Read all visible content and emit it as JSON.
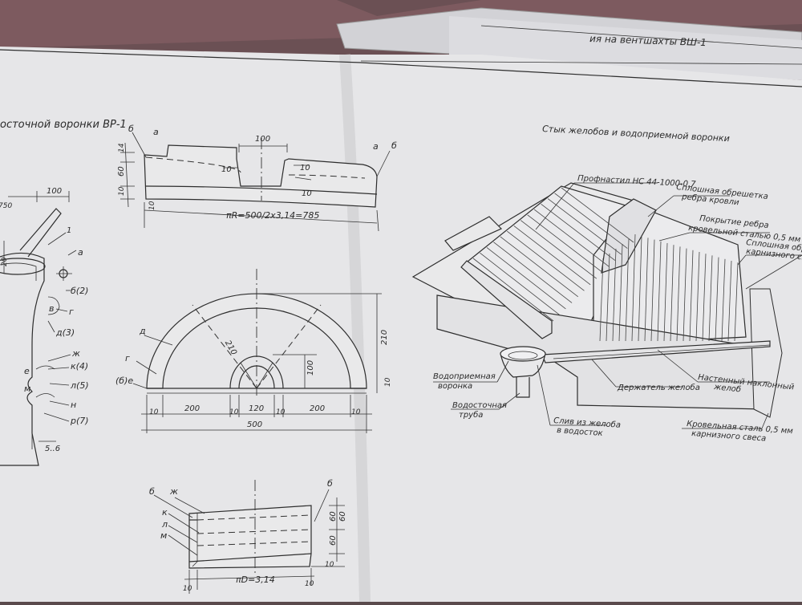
{
  "background": {
    "table_color": "#6b5054",
    "paper_color": "#e6e6e8"
  },
  "sheet2": {
    "title_fragment": "ия на вентшахты ВШ-1"
  },
  "left": {
    "title_fragment": "осточной воронки ВР-1",
    "dims": {
      "d100": "100",
      "d20": "20",
      "d750": "750",
      "d56": "5..6"
    },
    "letters": {
      "one": "1",
      "a": "а",
      "b2": "б(2)",
      "v": "в",
      "g": "г",
      "d3": "д(3)",
      "zh": "ж",
      "k4": "к(4)",
      "e": "е",
      "m": "м",
      "l5": "л(5)",
      "n": "н",
      "r7": "р(7)"
    }
  },
  "top_part": {
    "labels": {
      "b": "б",
      "a1": "а",
      "a2": "а",
      "b2": "б"
    },
    "dims": {
      "w100": "100",
      "d10a": "10",
      "d10b": "10",
      "d10c": "10",
      "d14": "14",
      "d60": "60",
      "d10d": "10",
      "d10e": "10"
    },
    "formula": "πR=500/2х3,14=785"
  },
  "semicircle": {
    "labels": {
      "d": "д",
      "g": "г",
      "b6e": "(б)е"
    },
    "dims": {
      "r210": "210",
      "h100": "100",
      "h210": "210",
      "d10r": "10",
      "s200a": "200",
      "s120": "120",
      "s200b": "200",
      "d10a": "10",
      "d10b": "10",
      "d10c": "10",
      "d10d": "10",
      "total500": "500"
    }
  },
  "bottom_part": {
    "labels": {
      "b": "б",
      "zh": "ж",
      "k": "к",
      "l": "л",
      "m": "м",
      "b2": "б"
    },
    "dims": {
      "d60a": "60",
      "d60b": "60",
      "d60c": "60",
      "d10": "10",
      "d10b": "10",
      "d10c": "10"
    },
    "formula": "πD=3,14"
  },
  "right": {
    "title": "Стык желобов и водоприемной воронки",
    "callouts": {
      "profnastil": "Профнастил НС 44-1000-0,7",
      "obreshetka1": "Сплошная обрешетка",
      "obreshetka1b": "ребра кровли",
      "pokrytie": "Покрытие ребра",
      "pokrytie_b": "кровельной сталью 0,5 мм",
      "obreshetka2": "Сплошная обрешетка",
      "obreshetka2b": "карнизного свеса",
      "funnel": "Водоприемная",
      "funnel_b": "воронка",
      "pipe": "Водосточная",
      "pipe_b": "труба",
      "sliv": "Слив из желоба",
      "sliv_b": "в водосток",
      "derzhatel": "Держатель желоба",
      "nastenny": "Настенный наклонный",
      "nastenny_b": "желоб",
      "krovelnaya": "Кровельная сталь 0,5 мм",
      "krovelnaya_b": "карнизного свеса"
    }
  }
}
